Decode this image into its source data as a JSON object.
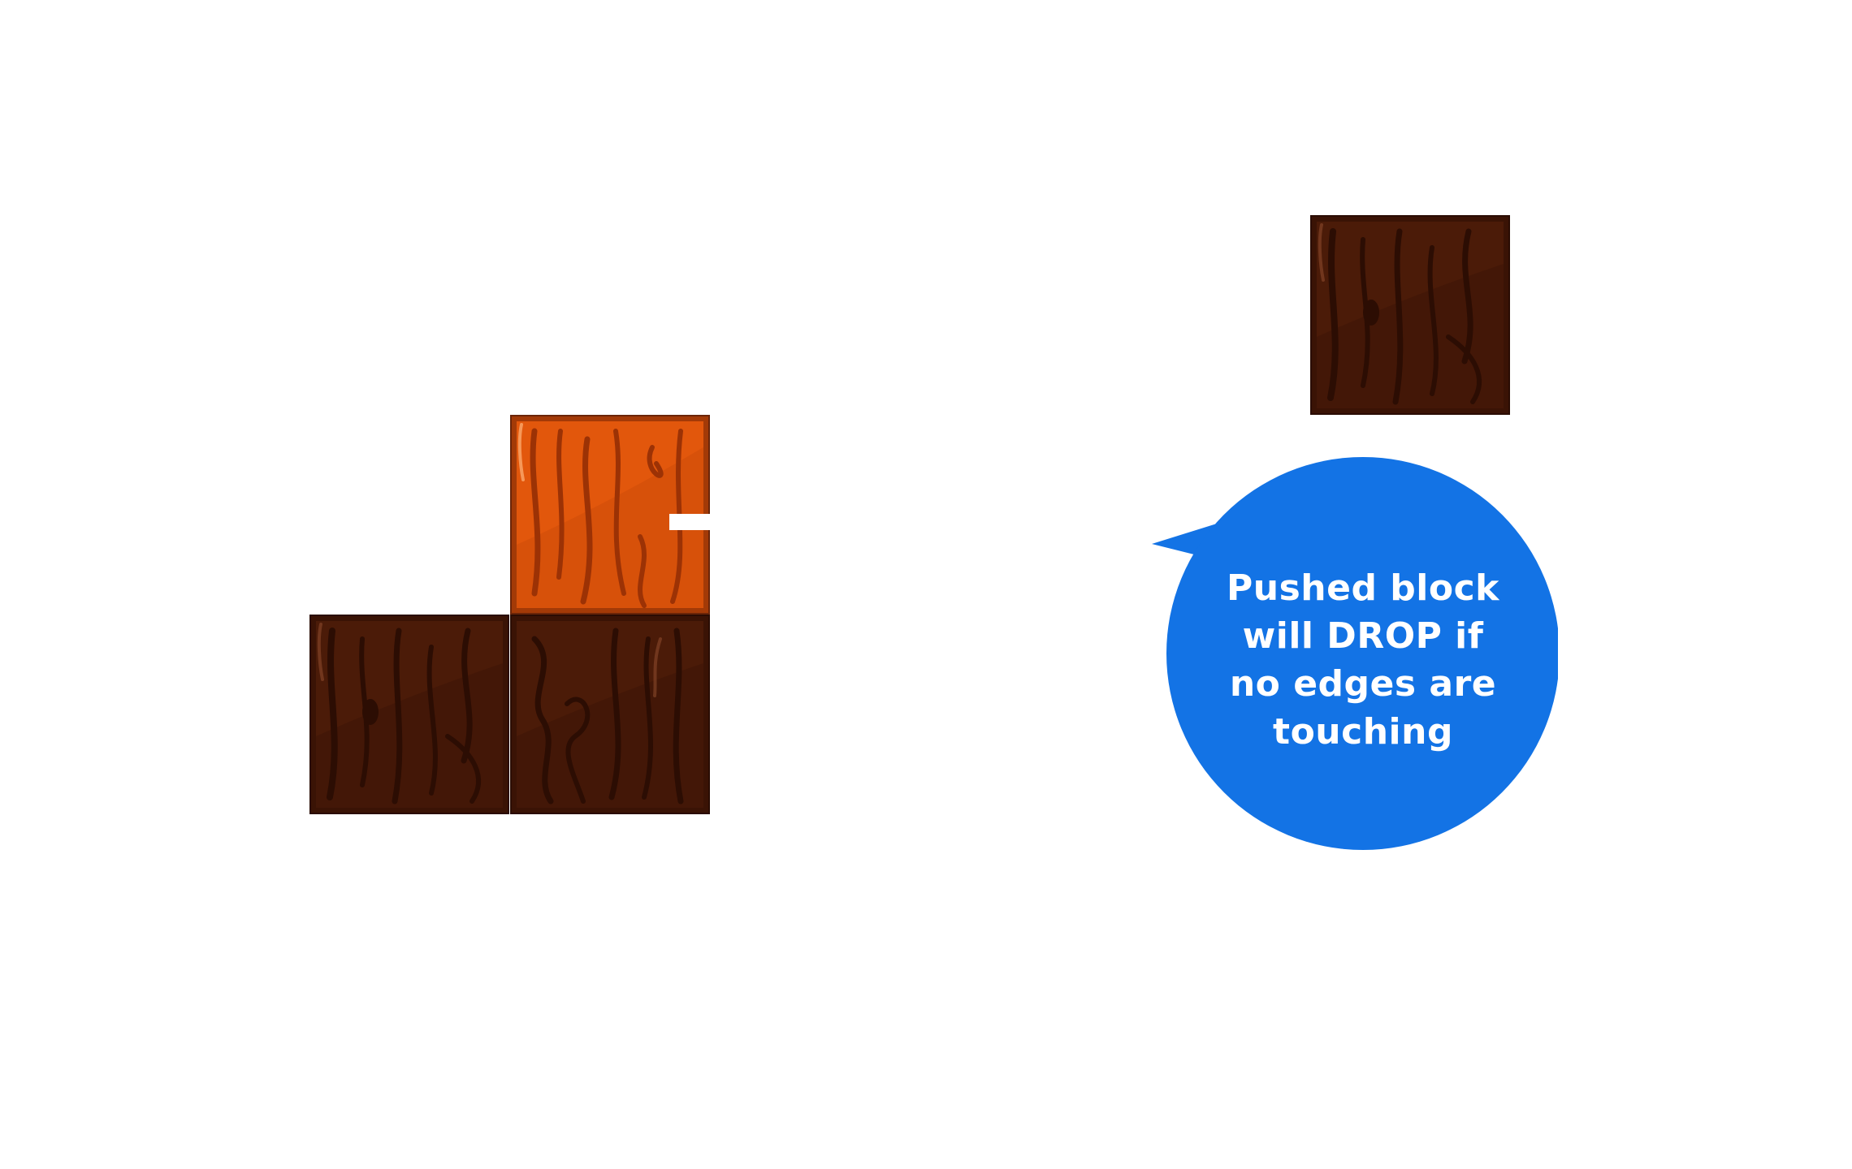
{
  "scene": {
    "background_color": "#ffffff",
    "blocks": [
      {
        "id": "pushed",
        "kind": "wood-crate",
        "state": "pushed",
        "color": "#e65a0a"
      },
      {
        "id": "ground-left",
        "kind": "wood-crate",
        "state": "static",
        "color": "#4a1c0a"
      },
      {
        "id": "ground-right",
        "kind": "wood-crate",
        "state": "static",
        "color": "#4a1c0a"
      },
      {
        "id": "floating",
        "kind": "wood-crate",
        "state": "static",
        "color": "#4a1c0a"
      }
    ]
  },
  "hint_bubble": {
    "color": "#1373e5",
    "text_color": "#ffffff",
    "lines": [
      "Pushed block",
      "will DROP if",
      "no edges are",
      "touching"
    ]
  }
}
